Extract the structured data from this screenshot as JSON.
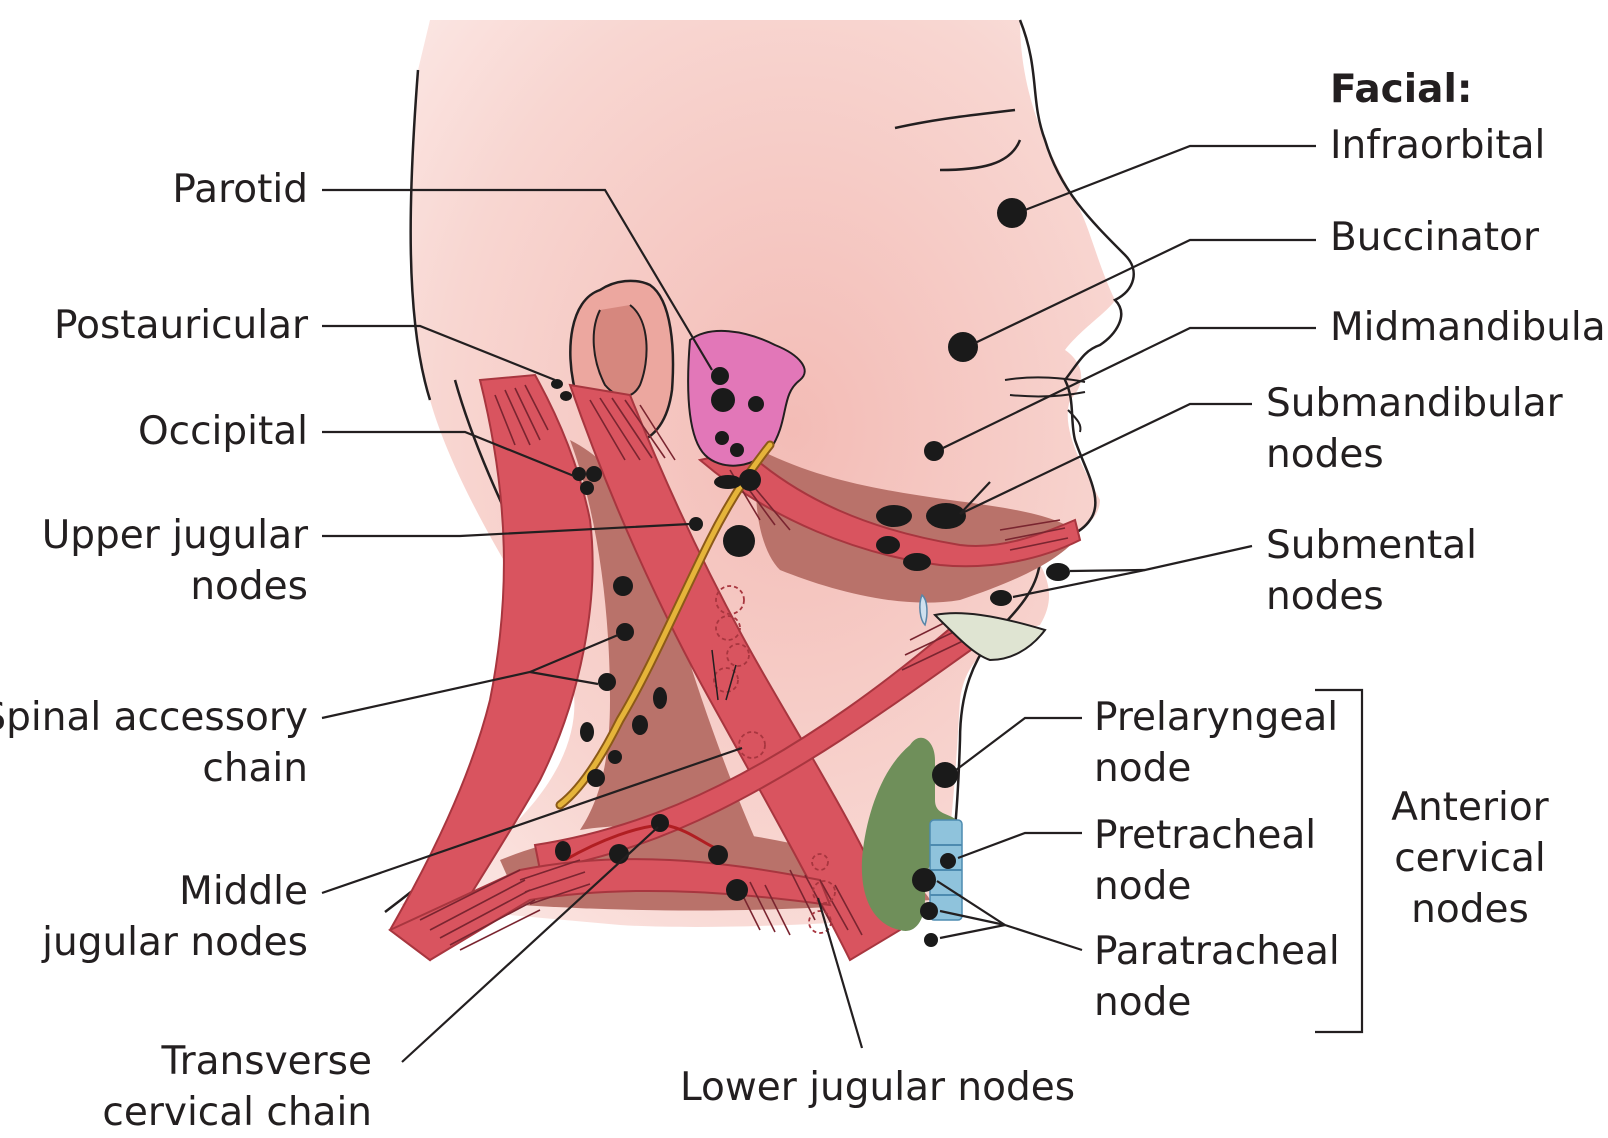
{
  "labels": {
    "facial_heading": "Facial:",
    "infraorbital": "Infraorbital",
    "buccinator": "Buccinator",
    "midmandibular": "Midmandibular",
    "submandibular": [
      "Submandibular",
      "nodes"
    ],
    "submental": [
      "Submental",
      "nodes"
    ],
    "parotid": "Parotid",
    "postauricular": "Postauricular",
    "occipital": "Occipital",
    "upper_jugular": [
      "Upper jugular",
      "nodes"
    ],
    "spinal_accessory": [
      "Spinal accessory",
      "chain"
    ],
    "middle_jugular": [
      "Middle",
      "jugular nodes"
    ],
    "transverse_cervical": [
      "Transverse",
      "cervical chain"
    ],
    "lower_jugular": "Lower jugular nodes",
    "prelaryngeal": [
      "Prelaryngeal",
      "node"
    ],
    "pretracheal": [
      "Pretracheal",
      "node"
    ],
    "paratracheal": [
      "Paratracheal",
      "node"
    ],
    "anterior_cervical": [
      "Anterior",
      "cervical",
      "nodes"
    ]
  },
  "colors": {
    "skin": "#f6cfc9",
    "muscle": "#d9545f",
    "muscle_dark": "#a8363f",
    "deep_tissue": "#b9726a",
    "parotid_gland": "#e277b8",
    "nerve": "#e5b43a",
    "thyroid": "#6f8f5a",
    "trachea": "#8fc3dc",
    "node": "#1a1a1a",
    "line": "#231f20"
  }
}
